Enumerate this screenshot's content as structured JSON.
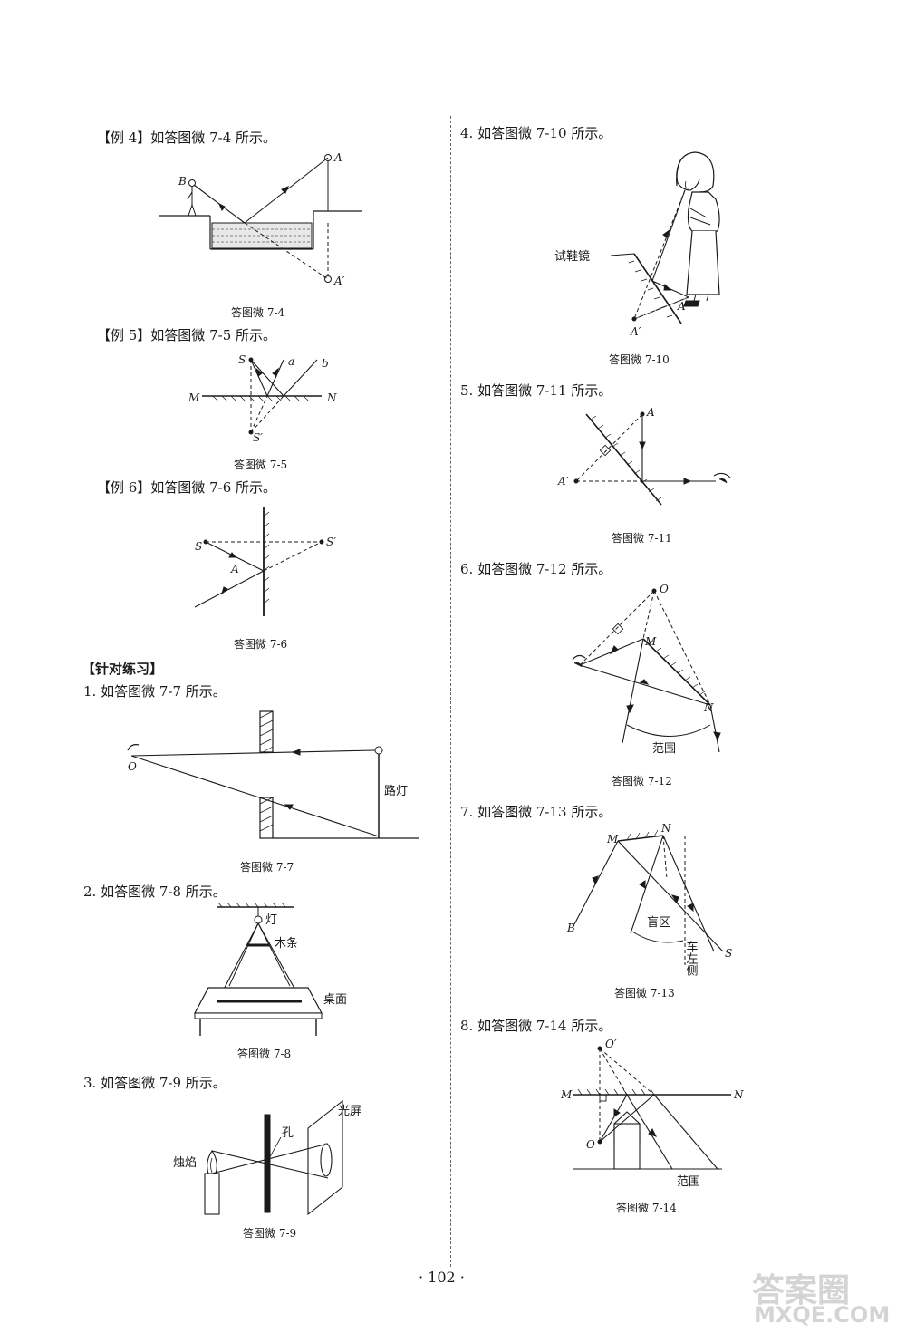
{
  "left": {
    "ex4": {
      "title": "【例 4】如答图微 7-4 所示。",
      "caption": "答图微 7-4",
      "labels": {
        "b": "B",
        "a": "A",
        "a_prime": "A′"
      }
    },
    "ex5": {
      "title": "【例 5】如答图微 7-5 所示。",
      "caption": "答图微 7-5",
      "labels": {
        "s": "S",
        "a": "a",
        "b": "b",
        "m": "M",
        "n": "N",
        "s_prime": "S′"
      }
    },
    "ex6": {
      "title": "【例 6】如答图微 7-6 所示。",
      "caption": "答图微 7-6",
      "labels": {
        "s": "S",
        "s_prime": "S′",
        "a": "A"
      }
    },
    "section_title": "【针对练习】",
    "p1": {
      "title": "1. 如答图微 7-7 所示。",
      "caption": "答图微 7-7",
      "labels": {
        "o": "O",
        "street_lamp": "路灯"
      }
    },
    "p2": {
      "title": "2. 如答图微 7-8 所示。",
      "caption": "答图微 7-8",
      "labels": {
        "lamp": "灯",
        "bar": "木条",
        "desk": "桌面"
      }
    },
    "p3": {
      "title": "3. 如答图微 7-9 所示。",
      "caption": "答图微 7-9",
      "labels": {
        "screen": "光屏",
        "hole": "孔",
        "flame": "烛焰"
      }
    }
  },
  "right": {
    "p4": {
      "title": "4. 如答图微 7-10 所示。",
      "caption": "答图微 7-10",
      "labels": {
        "mirror": "试鞋镜",
        "a": "A",
        "a_prime": "A′"
      }
    },
    "p5": {
      "title": "5. 如答图微 7-11 所示。",
      "caption": "答图微 7-11",
      "labels": {
        "a": "A",
        "a_prime": "A′"
      }
    },
    "p6": {
      "title": "6. 如答图微 7-12 所示。",
      "caption": "答图微 7-12",
      "labels": {
        "o": "O",
        "m": "M",
        "n": "N",
        "range": "范围"
      }
    },
    "p7": {
      "title": "7. 如答图微 7-13 所示。",
      "caption": "答图微 7-13",
      "labels": {
        "m": "M",
        "n": "N",
        "b": "B",
        "s": "S",
        "blind": "盲区",
        "car_left": "车左侧"
      }
    },
    "p8": {
      "title": "8. 如答图微 7-14 所示。",
      "caption": "答图微 7-14",
      "labels": {
        "o_prime": "O′",
        "m": "M",
        "n": "N",
        "o": "O",
        "range": "范围"
      }
    }
  },
  "page_number": "· 102 ·",
  "watermark": {
    "brand": "答案圈",
    "url": "MXQE.COM"
  }
}
